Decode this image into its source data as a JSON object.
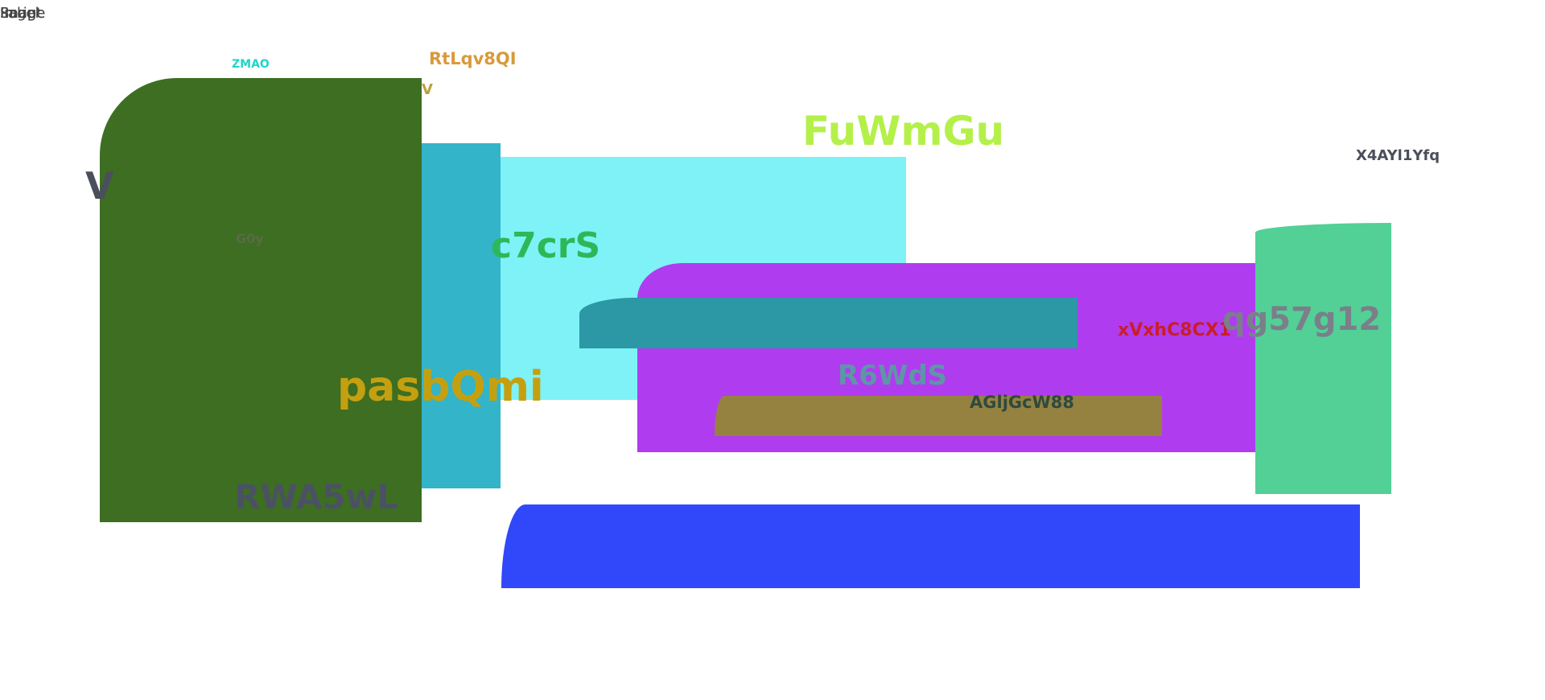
{
  "top_left_overlap_texts": [
    "Script",
    "Image",
    "Page",
    "Label",
    "Image"
  ],
  "labels": {
    "zmao": "ZMAO",
    "rtl": "RtLqv8QI",
    "small_v": "V",
    "fuwmgu": "FuWmGu",
    "x4ayl": "X4AYl1Yfq",
    "big_v": "V",
    "g0y": "G0y",
    "c7crs": "c7crS",
    "xvxh": "xVxhC8CX1",
    "qg57": "qg57g12",
    "r6wds": "R6WdS",
    "pasb": "pasbQmi",
    "aglj": "AGljGcW88",
    "rwa5": "RWA5wL"
  },
  "colors": {
    "dark_green": "#3d6e22",
    "teal_mid": "#33b4c8",
    "cyan_light": "#7ef2f6",
    "purple": "#b03cf0",
    "teal_dark": "#2c97a5",
    "olive": "#958240",
    "mint": "#52d096",
    "blue": "#3048fa"
  }
}
